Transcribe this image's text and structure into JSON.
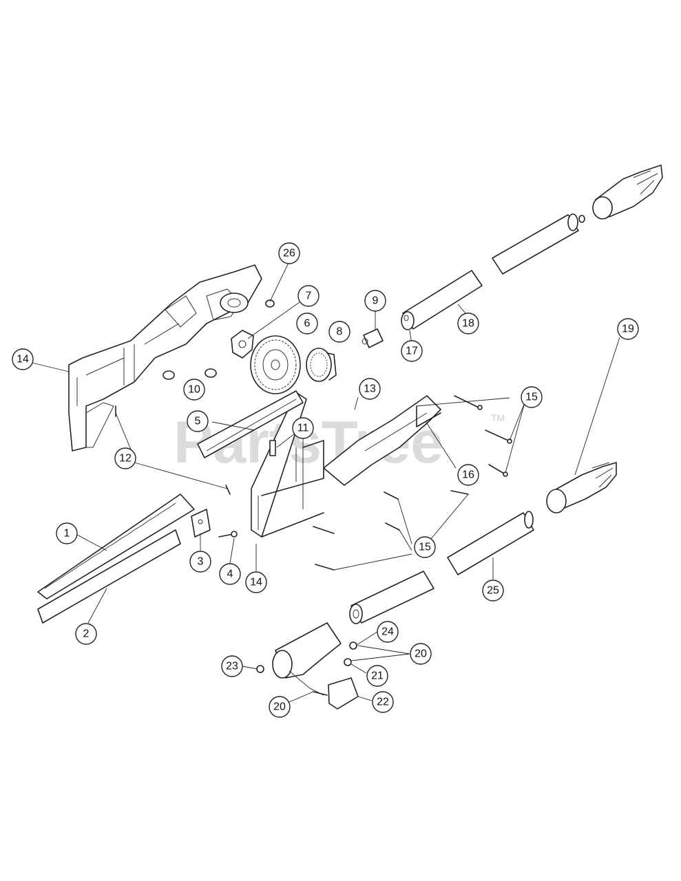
{
  "watermark": {
    "text": "PartsTree",
    "trademark": "TM"
  },
  "callouts": [
    {
      "id": "c26",
      "label": "26"
    },
    {
      "id": "c7",
      "label": "7"
    },
    {
      "id": "c9",
      "label": "9"
    },
    {
      "id": "c6",
      "label": "6"
    },
    {
      "id": "c8",
      "label": "8"
    },
    {
      "id": "c18",
      "label": "18"
    },
    {
      "id": "c17",
      "label": "17"
    },
    {
      "id": "c14a",
      "label": "14"
    },
    {
      "id": "c10",
      "label": "10"
    },
    {
      "id": "c19",
      "label": "19"
    },
    {
      "id": "c13",
      "label": "13"
    },
    {
      "id": "c15a",
      "label": "15"
    },
    {
      "id": "c5",
      "label": "5"
    },
    {
      "id": "c11",
      "label": "11"
    },
    {
      "id": "c12",
      "label": "12"
    },
    {
      "id": "c16",
      "label": "16"
    },
    {
      "id": "c1",
      "label": "1"
    },
    {
      "id": "c15b",
      "label": "15"
    },
    {
      "id": "c3",
      "label": "3"
    },
    {
      "id": "c4",
      "label": "4"
    },
    {
      "id": "c14b",
      "label": "14"
    },
    {
      "id": "c25",
      "label": "25"
    },
    {
      "id": "c2",
      "label": "2"
    },
    {
      "id": "c24",
      "label": "24"
    },
    {
      "id": "c20a",
      "label": "20"
    },
    {
      "id": "c23",
      "label": "23"
    },
    {
      "id": "c21",
      "label": "21"
    },
    {
      "id": "c20b",
      "label": "20"
    },
    {
      "id": "c22",
      "label": "22"
    }
  ]
}
